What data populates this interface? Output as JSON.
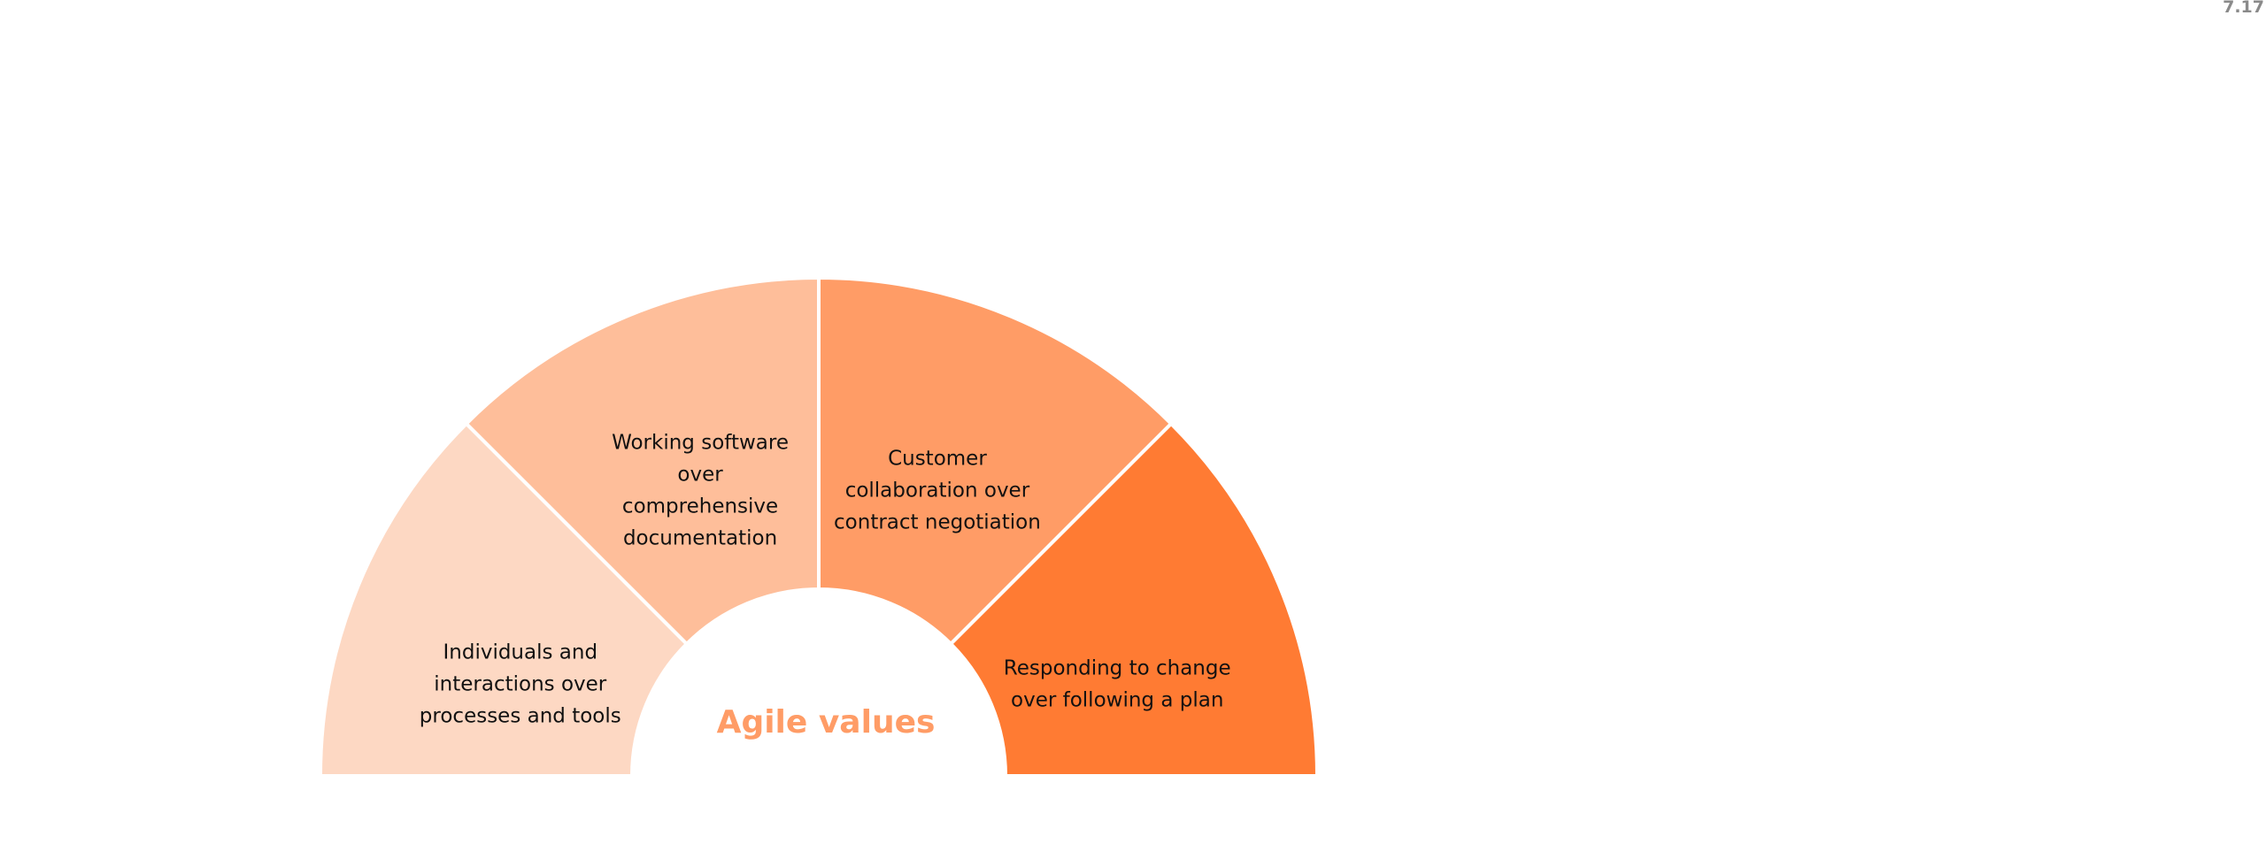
{
  "corner_label": "7.17",
  "chart_data": {
    "type": "semi-donut",
    "title": "Agile values",
    "title_color": "#FF9C66",
    "segments": [
      {
        "label_lines": [
          "Individuals and",
          "interactions over",
          "processes and tools"
        ],
        "value": 1,
        "color": "#FDD8C3"
      },
      {
        "label_lines": [
          "Working software",
          "over",
          "comprehensive",
          "documentation"
        ],
        "value": 1,
        "color": "#FEBE9A"
      },
      {
        "label_lines": [
          "Customer",
          "collaboration over",
          "contract negotiation"
        ],
        "value": 1,
        "color": "#FF9C66"
      },
      {
        "label_lines": [
          "Responding to change",
          "over following a plan"
        ],
        "value": 1,
        "color": "#FF7B33"
      }
    ]
  }
}
